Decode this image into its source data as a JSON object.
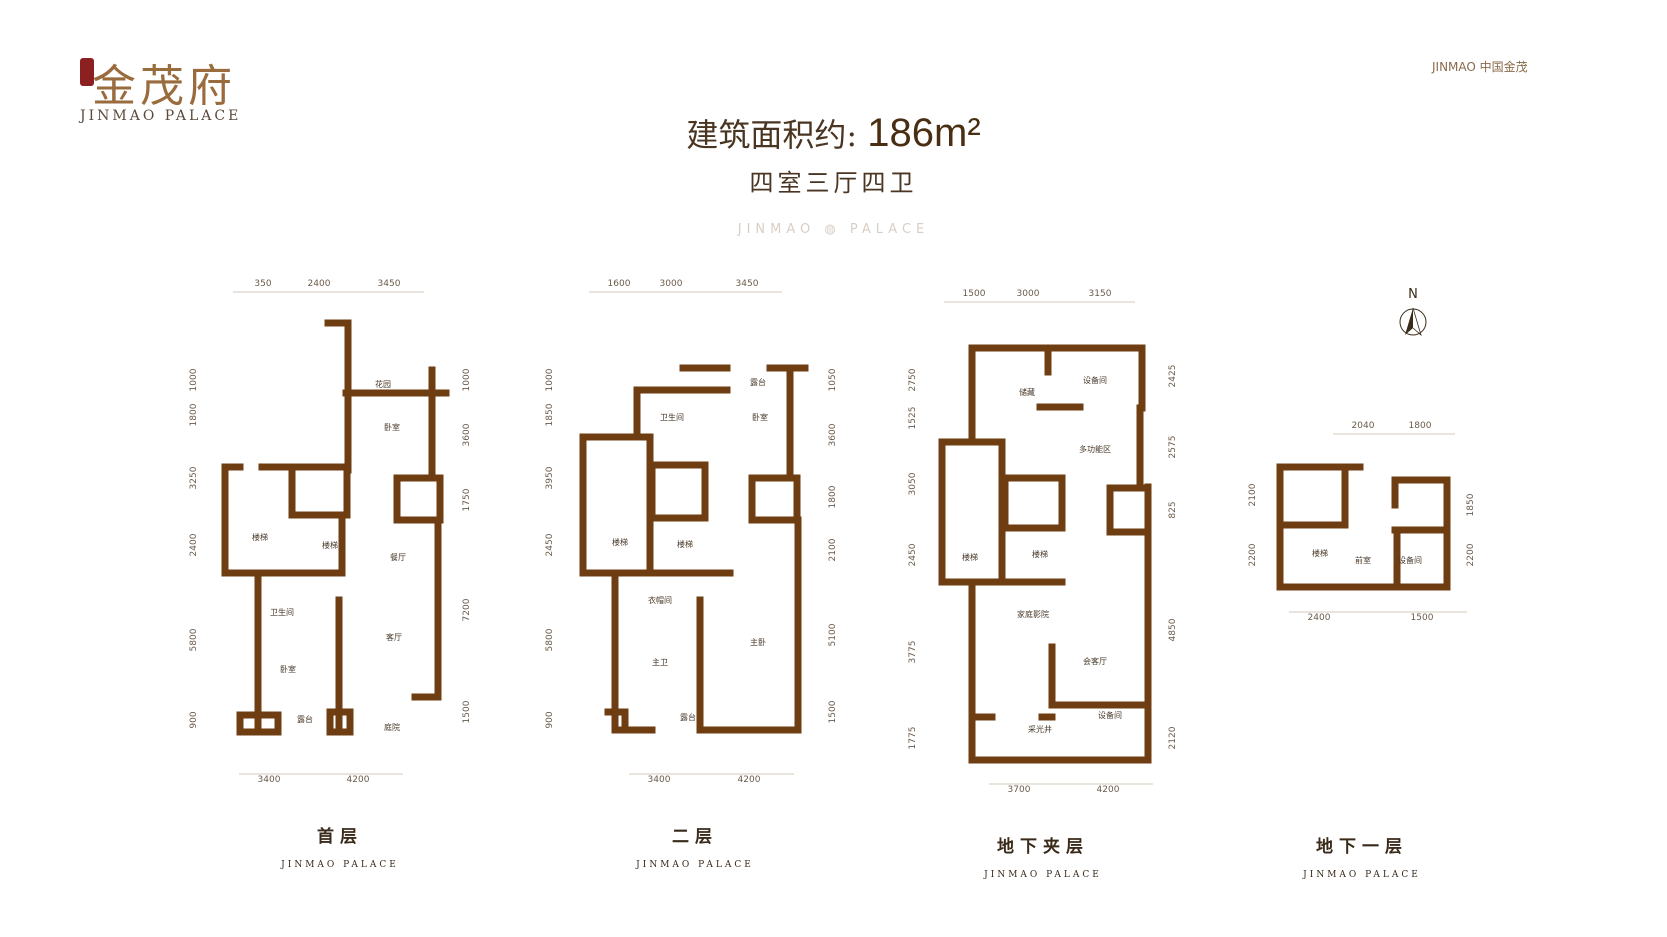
{
  "logo": {
    "name_cn": "金茂府",
    "name_en": "JINMAO PALACE"
  },
  "brand": {
    "text": "JINMAO 中国金茂"
  },
  "header": {
    "area_label": "建筑面积约:",
    "area_value": "186m²",
    "layout": "四室三厅四卫",
    "watermark": "JINMAO  ◍  PALACE"
  },
  "colors": {
    "wall": "#6e3d12",
    "text": "#4a3522",
    "accent": "#9a6b3c"
  },
  "compass": {
    "label": "N",
    "icon": "north-arrow-icon"
  },
  "plans": [
    {
      "name": "首层",
      "subtitle": "JINMAO PALACE",
      "dims_top": [
        "350",
        "2400",
        "3450"
      ],
      "dims_bottom": [
        "3400",
        "4200"
      ],
      "dims_left": [
        "1000",
        "1800",
        "3250",
        "2400",
        "5800",
        "900"
      ],
      "dims_right": [
        "1000",
        "3600",
        "1750",
        "7200",
        "1500"
      ],
      "rooms": [
        "花园",
        "卧室",
        "楼梯",
        "楼梯",
        "餐厅",
        "客厅",
        "卫生间",
        "卧室",
        "露台",
        "庭院"
      ]
    },
    {
      "name": "二层",
      "subtitle": "JINMAO PALACE",
      "dims_top": [
        "1600",
        "3000",
        "3450"
      ],
      "dims_bottom": [
        "3400",
        "4200"
      ],
      "dims_left": [
        "1000",
        "1850",
        "3950",
        "2450",
        "5800",
        "900"
      ],
      "dims_right": [
        "1050",
        "3600",
        "1800",
        "2100",
        "5100",
        "1500"
      ],
      "rooms": [
        "露台",
        "卫生间",
        "卧室",
        "楼梯",
        "楼梯",
        "衣帽间",
        "主卫",
        "主卧",
        "露台"
      ]
    },
    {
      "name": "地下夹层",
      "subtitle": "JINMAO PALACE",
      "dims_top": [
        "1500",
        "3000",
        "3150"
      ],
      "dims_bottom": [
        "3700",
        "4200"
      ],
      "dims_left": [
        "2750",
        "1525",
        "3050",
        "2450",
        "3775",
        "1775"
      ],
      "dims_right": [
        "2425",
        "2575",
        "825",
        "4850",
        "2120"
      ],
      "rooms": [
        "储藏",
        "设备间",
        "多功能区",
        "楼梯",
        "楼梯",
        "家庭影院",
        "会客厅",
        "采光井",
        "设备间"
      ]
    },
    {
      "name": "地下一层",
      "subtitle": "JINMAO PALACE",
      "dims_top": [
        "2040",
        "1800"
      ],
      "dims_bottom": [
        "2400",
        "1500"
      ],
      "dims_left": [
        "2100",
        "2200"
      ],
      "dims_right": [
        "1850",
        "2200"
      ],
      "rooms": [
        "楼梯",
        "前室",
        "设备间"
      ]
    }
  ]
}
